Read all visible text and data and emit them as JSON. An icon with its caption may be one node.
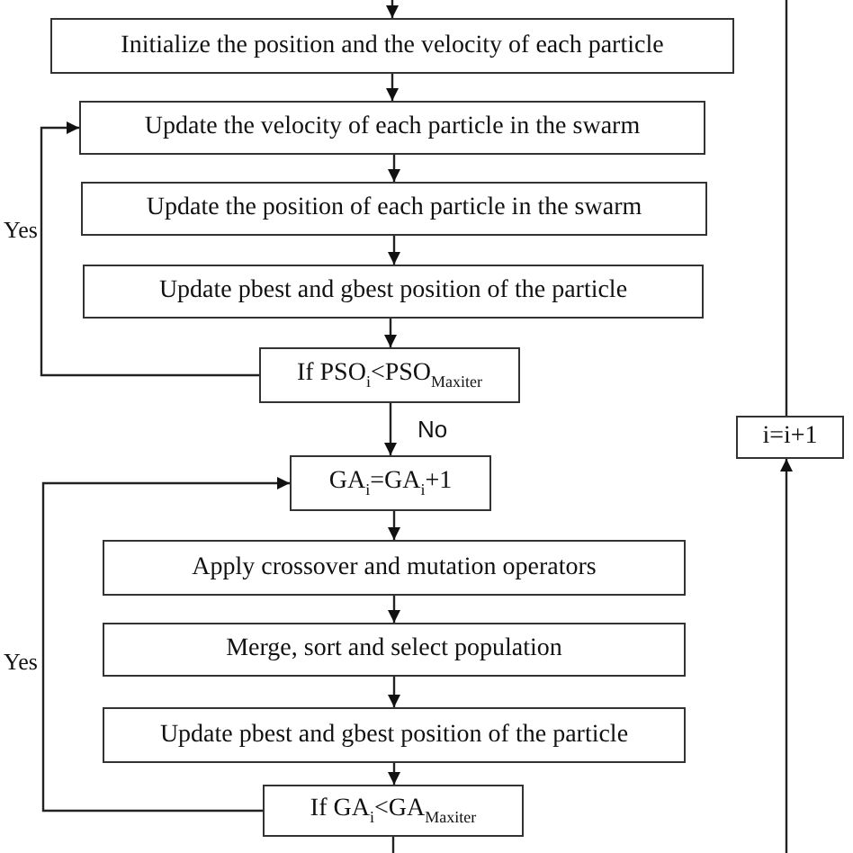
{
  "diagram": {
    "nodes": [
      {
        "text": [
          "Initialize the position and the velocity of each particle"
        ]
      },
      {
        "text": [
          "Update the velocity of each particle in the swarm"
        ]
      },
      {
        "text": [
          "Update the position of each particle in the swarm"
        ]
      },
      {
        "text": [
          "Update pbest and gbest position of the particle"
        ]
      },
      {
        "text": [
          "If PSO$_{i}$<PSO$_{Maxiter}$"
        ]
      },
      {
        "text": [
          "i=i+1"
        ]
      },
      {
        "text": [
          "GA$_{i}$=GA$_{i}$+1"
        ]
      },
      {
        "text": [
          "Apply crossover and mutation operators"
        ]
      },
      {
        "text": [
          "Merge, sort and select population"
        ]
      },
      {
        "text": [
          "Update pbest and gbest position of the particle"
        ]
      },
      {
        "text": [
          "If GA$_{i}$<GA$_{Maxiter}$"
        ]
      }
    ],
    "edges": [
      {
        "from": null,
        "to": 0,
        "arrow": "to"
      },
      {
        "from": 0,
        "to": 1,
        "arrow": "to"
      },
      {
        "from": 1,
        "to": 2,
        "arrow": "to"
      },
      {
        "from": 2,
        "to": 3,
        "arrow": "to"
      },
      {
        "from": 3,
        "to": 4,
        "arrow": "to"
      },
      {
        "from": 4,
        "to": 1,
        "arrow": "to",
        "label": "Yes"
      },
      {
        "from": 4,
        "to": 6,
        "arrow": "to",
        "label": "No"
      },
      {
        "from": 6,
        "to": 7,
        "arrow": "to"
      },
      {
        "from": 7,
        "to": 8,
        "arrow": "to"
      },
      {
        "from": 8,
        "to": 9,
        "arrow": "to"
      },
      {
        "from": 9,
        "to": 10,
        "arrow": "to"
      },
      {
        "from": 10,
        "to": 6,
        "arrow": "to",
        "label": "Yes"
      },
      {
        "from": 10,
        "to": null,
        "arrow": "none"
      },
      {
        "from": null,
        "to": 5,
        "arrow": "to"
      },
      {
        "from": 5,
        "to": null,
        "arrow": "none"
      }
    ]
  }
}
